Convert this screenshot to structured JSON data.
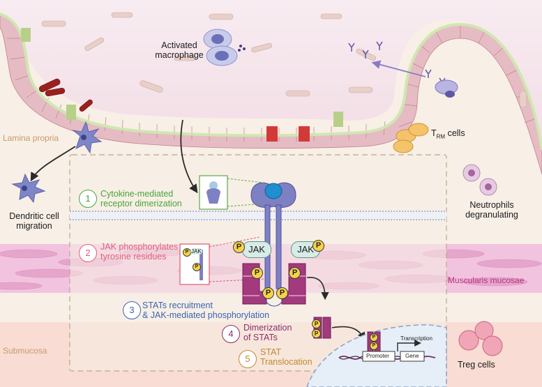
{
  "tissue_layers": {
    "lamina_propria": "Lamina propria",
    "muscularis_mucosae": "Muscularis mucosae",
    "submucosa": "Submucosa"
  },
  "cells": {
    "activated_macrophage": "Activated macrophage",
    "dendritic_cell_migration": "Dendritic cell migration",
    "trm_cells": {
      "prefix": "T",
      "subscript": "RM",
      "suffix": "cells"
    },
    "neutrophils": "Neutrophils degranulating",
    "treg_cells": "Treg cells"
  },
  "steps": [
    {
      "number": "1",
      "line1": "Cytokine-mediated",
      "line2": "receptor dimerization",
      "color": "#4aa53a"
    },
    {
      "number": "2",
      "line1": "JAK phosphorylates",
      "line2": "tyrosine residues",
      "color": "#e0607a"
    },
    {
      "number": "3",
      "line1": "STATs recruitment",
      "line2": "& JAK-mediated phosphorylation",
      "color": "#3b63b3"
    },
    {
      "number": "4",
      "line1": "Dimerization",
      "line2": "of STATs",
      "color": "#8a2f6e"
    },
    {
      "number": "5",
      "line1": "STAT",
      "line2": "Translocation",
      "color": "#c08a2a"
    }
  ],
  "pathway": {
    "jak_label": "JAK",
    "p_label": "P",
    "transcription": "Transcription",
    "promoter": "Promoter",
    "gene": "Gene"
  },
  "colors": {
    "epithelium": "#e6bcc4",
    "lumen": "#f6e6ec",
    "receptor": "#7e80c4",
    "stat": "#a33a7e",
    "jak": "#d6ece6",
    "phospho": "#f6d24a",
    "muscle": "#ecaed2"
  }
}
